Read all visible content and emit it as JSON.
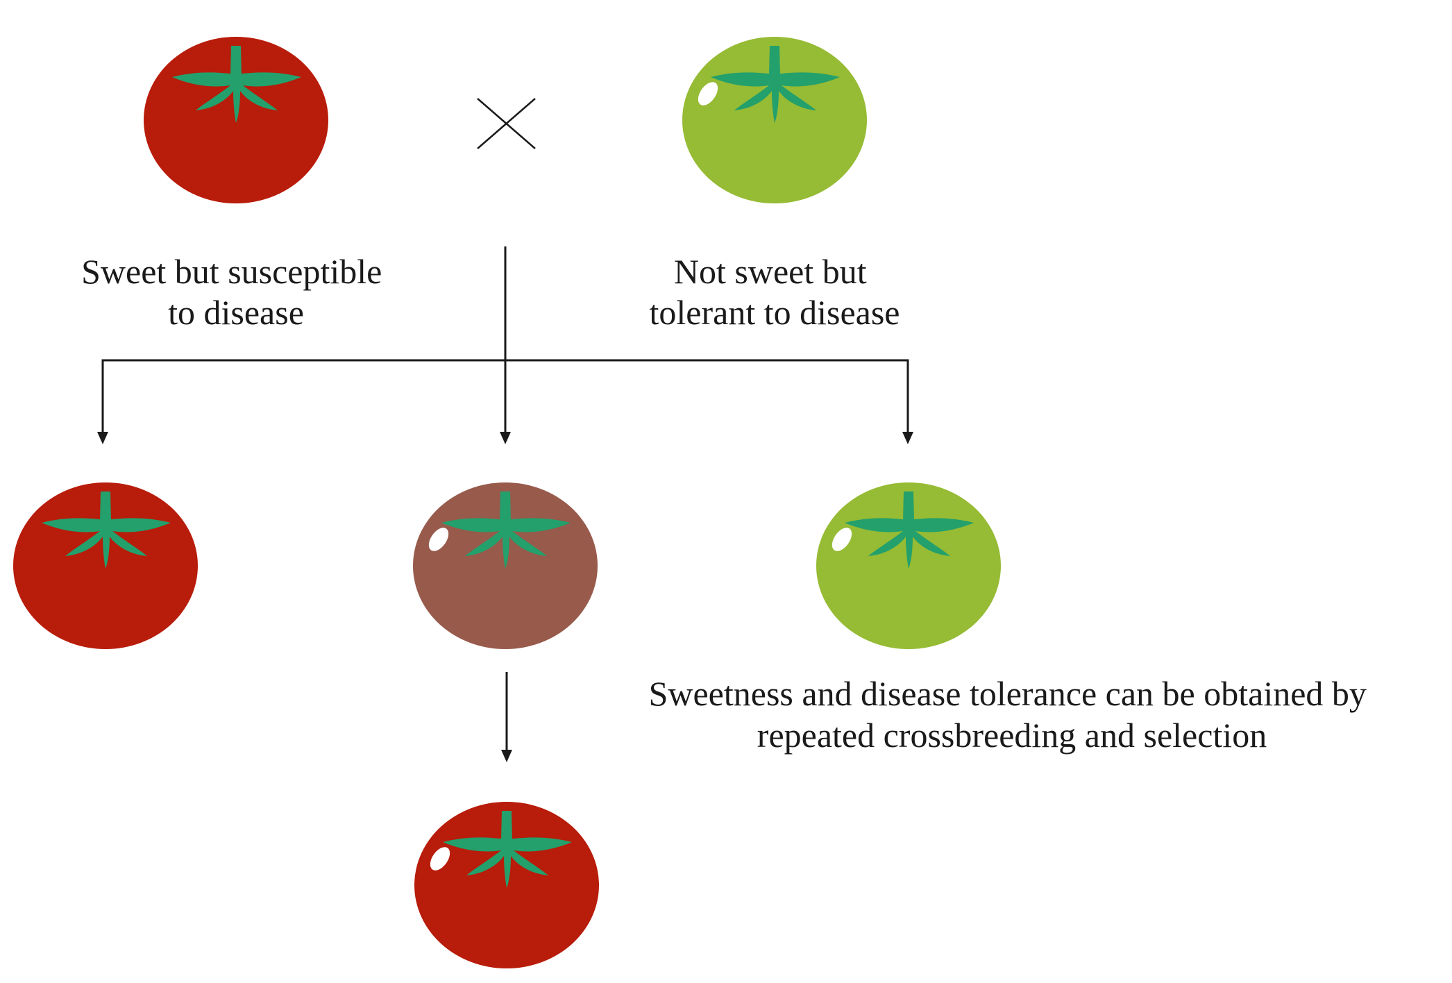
{
  "colors": {
    "red_fruit": "#b81c0a",
    "green_fruit": "#96bb34",
    "brown_fruit": "#975a4b",
    "calyx": "#23a06c",
    "line": "#1a1a1a",
    "highlight": "#ffffff"
  },
  "icons": {
    "parent_left": "red-tomato-icon",
    "parent_right": "green-tomato-icon",
    "cross": "cross-symbol-icon",
    "offspring_left": "red-tomato-icon",
    "offspring_middle": "brown-tomato-icon",
    "offspring_right": "green-tomato-icon",
    "final": "red-tomato-icon"
  },
  "labels": {
    "left_parent": [
      "Sweet but susceptible",
      "to disease"
    ],
    "right_parent": [
      "Not sweet but",
      "tolerant to disease"
    ],
    "note": [
      "Sweetness and disease tolerance can be obtained by",
      "repeated crossbreeding and selection"
    ]
  }
}
